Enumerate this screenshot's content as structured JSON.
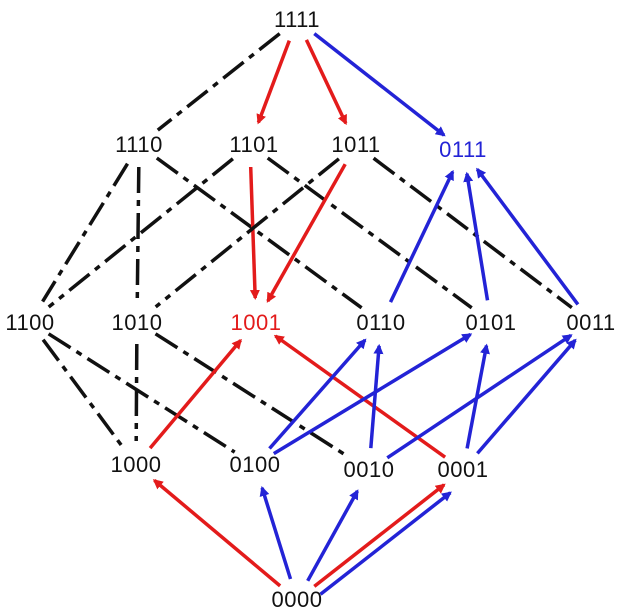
{
  "colors": {
    "default_text": "#111111",
    "red": "#e31b1b",
    "blue": "#2323d6",
    "dash": "#111111"
  },
  "nodes": {
    "n1111": {
      "label": "1111",
      "color": "default"
    },
    "n1110": {
      "label": "1110",
      "color": "default"
    },
    "n1101": {
      "label": "1101",
      "color": "default"
    },
    "n1011": {
      "label": "1011",
      "color": "default"
    },
    "n0111": {
      "label": "0111",
      "color": "blue"
    },
    "n1100": {
      "label": "1100",
      "color": "default"
    },
    "n1010": {
      "label": "1010",
      "color": "default"
    },
    "n1001": {
      "label": "1001",
      "color": "red"
    },
    "n0110": {
      "label": "0110",
      "color": "default"
    },
    "n0101": {
      "label": "0101",
      "color": "default"
    },
    "n0011": {
      "label": "0011",
      "color": "default"
    },
    "n1000": {
      "label": "1000",
      "color": "default"
    },
    "n0100": {
      "label": "0100",
      "color": "default"
    },
    "n0010": {
      "label": "0010",
      "color": "default"
    },
    "n0001": {
      "label": "0001",
      "color": "default"
    },
    "n0000": {
      "label": "0000",
      "color": "default"
    }
  },
  "edges": [
    {
      "from": "n1111",
      "to": "n1101",
      "style": "red-arrow"
    },
    {
      "from": "n1111",
      "to": "n1011",
      "style": "red-arrow"
    },
    {
      "from": "n1111",
      "to": "n0111",
      "style": "blue-arrow"
    },
    {
      "from": "n1111",
      "to": "n1110",
      "style": "dashed"
    },
    {
      "from": "n1110",
      "to": "n1100",
      "style": "dashed"
    },
    {
      "from": "n1110",
      "to": "n1010",
      "style": "dashed"
    },
    {
      "from": "n1110",
      "to": "n0110",
      "style": "dashed"
    },
    {
      "from": "n1101",
      "to": "n1100",
      "style": "dashed"
    },
    {
      "from": "n1101",
      "to": "n1001",
      "style": "red-arrow"
    },
    {
      "from": "n1101",
      "to": "n0101",
      "style": "dashed"
    },
    {
      "from": "n1011",
      "to": "n1010",
      "style": "dashed"
    },
    {
      "from": "n1011",
      "to": "n1001",
      "style": "red-arrow"
    },
    {
      "from": "n1011",
      "to": "n0011",
      "style": "dashed"
    },
    {
      "from": "n0110",
      "to": "n0111",
      "style": "blue-arrow"
    },
    {
      "from": "n0101",
      "to": "n0111",
      "style": "blue-arrow"
    },
    {
      "from": "n0011",
      "to": "n0111",
      "style": "blue-arrow"
    },
    {
      "from": "n1100",
      "to": "n1000",
      "style": "dashed"
    },
    {
      "from": "n1100",
      "to": "n0100",
      "style": "dashed"
    },
    {
      "from": "n1010",
      "to": "n1000",
      "style": "dashed"
    },
    {
      "from": "n1010",
      "to": "n0010",
      "style": "dashed"
    },
    {
      "from": "n1000",
      "to": "n1001",
      "style": "red-arrow"
    },
    {
      "from": "n0001",
      "to": "n1001",
      "style": "red-arrow"
    },
    {
      "from": "n0100",
      "to": "n0110",
      "style": "blue-arrow"
    },
    {
      "from": "n0100",
      "to": "n0101",
      "style": "blue-arrow"
    },
    {
      "from": "n0010",
      "to": "n0110",
      "style": "blue-arrow"
    },
    {
      "from": "n0010",
      "to": "n0011",
      "style": "blue-arrow"
    },
    {
      "from": "n0001",
      "to": "n0101",
      "style": "blue-arrow"
    },
    {
      "from": "n0001",
      "to": "n0011",
      "style": "blue-arrow"
    },
    {
      "from": "n0000",
      "to": "n1000",
      "style": "red-arrow"
    },
    {
      "from": "n0000",
      "to": "n0100",
      "style": "blue-arrow"
    },
    {
      "from": "n0000",
      "to": "n0010",
      "style": "blue-arrow"
    },
    {
      "from": "n0000",
      "to": "n0001",
      "style": "red-arrow"
    },
    {
      "from": "n0000",
      "to": "n0001",
      "style": "blue-arrow"
    }
  ]
}
